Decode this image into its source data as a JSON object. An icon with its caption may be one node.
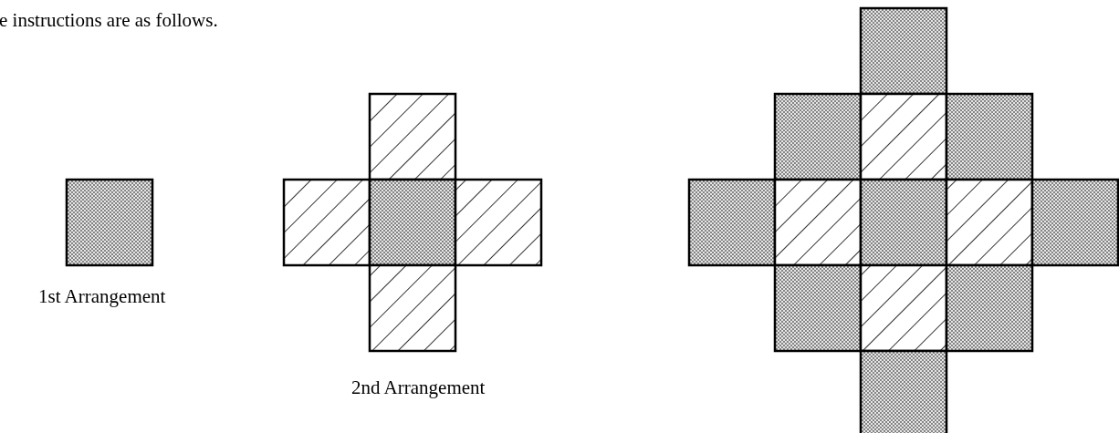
{
  "diagram": {
    "labels": [
      "e instructions are as follows.",
      "1st Arrangement",
      "2nd Arrangement"
    ]
  }
}
